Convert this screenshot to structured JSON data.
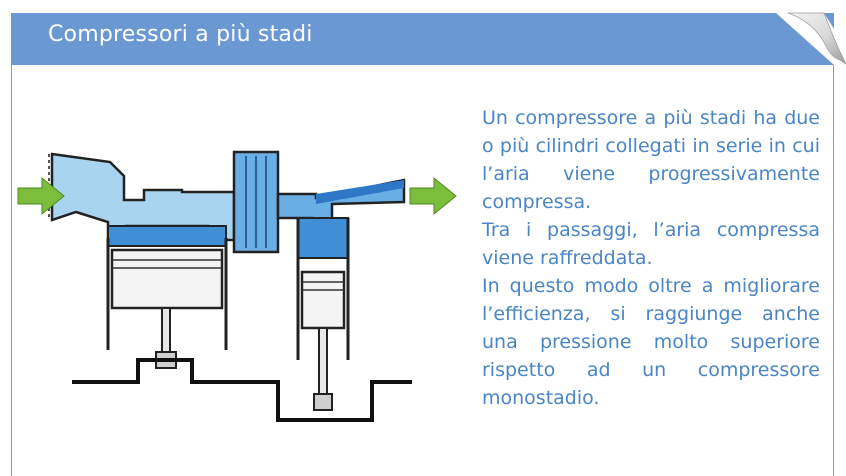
{
  "header": {
    "title": "Compressori a più stadi"
  },
  "colors": {
    "header_bg": "#6b98d2",
    "text": "#4a85c6",
    "air_light": "#a9d4f0",
    "air_dark": "#3f8fd6",
    "arrow": "#7cbd3b"
  },
  "diagram": {
    "inlet_arrow_icon": "arrow-right-icon",
    "outlet_arrow_icon": "arrow-right-icon"
  },
  "body": {
    "paragraph_1": "Un compressore a più stadi ha due o più cilindri collegati in serie in cui l’aria viene progressivamente compressa.",
    "paragraph_2": "Tra i passaggi, l’aria compressa viene raffreddata.",
    "paragraph_3": "In questo modo oltre a migliorare l’efficienza, si raggiunge anche una pressione molto superi­ore rispetto ad un compressore monostadio."
  }
}
